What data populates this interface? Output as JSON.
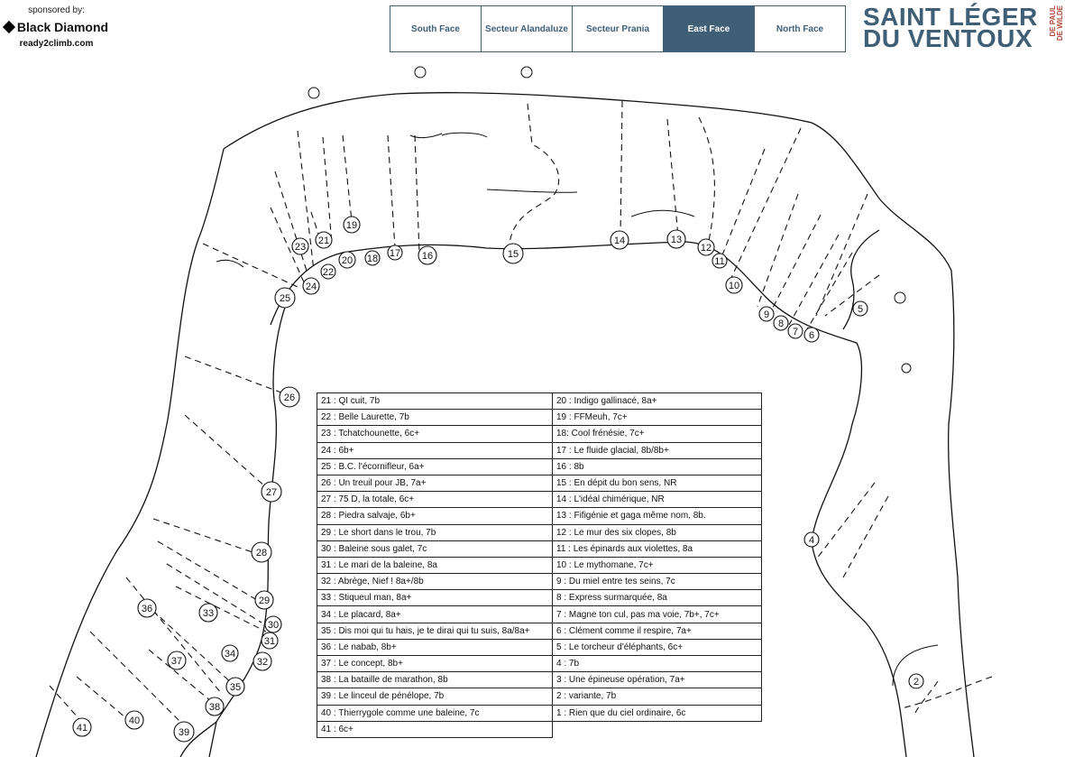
{
  "sponsor": {
    "label": "sponsored by:",
    "brand": "Black Diamond",
    "site": "ready2climb.com"
  },
  "nav": {
    "tabs": [
      {
        "label": "South Face",
        "active": false
      },
      {
        "label": "Secteur Alandaluze",
        "active": false
      },
      {
        "label": "Secteur Prania",
        "active": false
      },
      {
        "label": "East Face",
        "active": true
      },
      {
        "label": "North Face",
        "active": false
      }
    ]
  },
  "brand": {
    "line1": "SAINT LÉGER",
    "line2": "DU VENTOUX",
    "side1": "DE PAUL",
    "side2": "DE WILDE"
  },
  "colors": {
    "accent": "#3f5f77",
    "brand_red": "#b54a3a"
  },
  "route_numbers": [
    "2",
    "4",
    "5",
    "6",
    "7",
    "8",
    "9",
    "10",
    "11",
    "12",
    "13",
    "14",
    "15",
    "16",
    "17",
    "18",
    "19",
    "20",
    "21",
    "22",
    "23",
    "24",
    "25",
    "26",
    "27",
    "28",
    "29",
    "30",
    "31",
    "32",
    "33",
    "34",
    "35",
    "36",
    "37",
    "38",
    "39",
    "40",
    "41"
  ],
  "legend": {
    "left": [
      "21 : QI cuit, 7b",
      "22 : Belle Laurette, 7b",
      "23 : Tchatchounette, 6c+",
      "24 : 6b+",
      "25 : B.C. l'écornifleur, 6a+",
      "26 : Un treuil pour JB, 7a+",
      "27 : 75 D, la totale, 6c+",
      "28 : Piedra salvaje, 6b+",
      "29 : Le short dans le trou, 7b",
      "30 : Baleine sous galet, 7c",
      "31 : Le mari de la baleine, 8a",
      "32 : Abrège, Nief ! 8a+/8b",
      "33 : Stiqueul man, 8a+",
      "34 : Le placard, 8a+",
      "35 : Dis moi qui tu hais, je te dirai qui tu suis, 8a/8a+",
      "36 : Le nabab, 8b+",
      "37 : Le concept, 8b+",
      "38 : La bataille de marathon, 8b",
      "39 : Le linceul de pénélope, 7b",
      "40 : Thierrygole comme une baleine, 7c",
      "41 : 6c+"
    ],
    "right": [
      "20 : Indigo gallinacé, 8a+",
      "19 : FFMeuh, 7c+",
      "18: Cool frénésie, 7c+",
      "17 : Le fluide glacial, 8b/8b+",
      "16 : 8b",
      "15 : En dépit du bon sens, NR",
      "14 : L'idéal chimérique, NR",
      "13 : Fifigénie et gaga même nom, 8b.",
      "12 : Le mur des six clopes, 8b",
      "11 : Les épinards aux violettes, 8a",
      "10 : Le mythomane, 7c+",
      "9 : Du miel entre tes seins, 7c",
      "8 : Express surmarquée, 8a",
      "7 : Magne ton cul, pas ma voie, 7b+, 7c+",
      "6 : Clément comme il respire, 7a+",
      "5 : Le torcheur d'éléphants, 6c+",
      "4 : 7b",
      "3 : Une épineuse opération, 7a+",
      "2 : variante, 7b",
      "1 : Rien que du ciel ordinaire, 6c"
    ]
  }
}
